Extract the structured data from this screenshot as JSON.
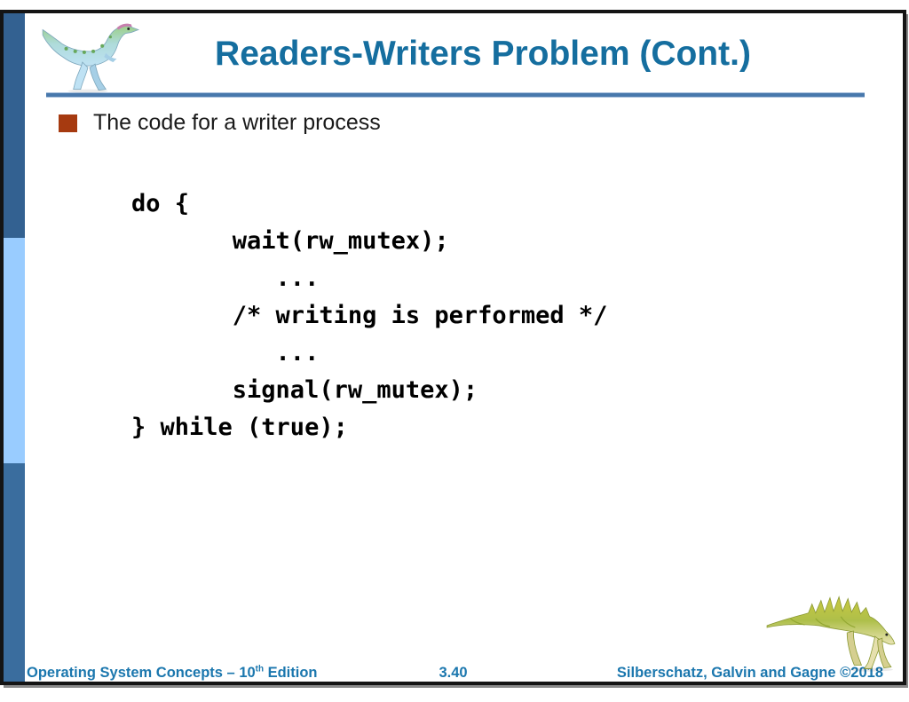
{
  "slide": {
    "title": "Readers-Writers Problem (Cont.)",
    "bullet_text": "The code for a writer process",
    "code": "do {\n       wait(rw_mutex);\n          ...\n       /* writing is performed */\n          ...\n       signal(rw_mutex);\n} while (true);"
  },
  "footer": {
    "book": "Operating System Concepts – 10",
    "book_sup": "th",
    "book_tail": " Edition",
    "page": "3.40",
    "authors": "Silberschatz, Galvin and Gagne ©2018"
  },
  "icons": {
    "top_left": "dinosaur-logo",
    "bottom_right": "dinosaur-logo"
  },
  "colors": {
    "title": "#156E9F",
    "footer": "#1B77AE",
    "bullet": "#A63A10",
    "sidebar_top": "#336191",
    "sidebar_light": "#99CCFF",
    "sidebar_bottom": "#3A6D9E",
    "rule": "#4878AC",
    "border": "#141414",
    "code": "#000000",
    "body_text": "#1A1A1A"
  }
}
